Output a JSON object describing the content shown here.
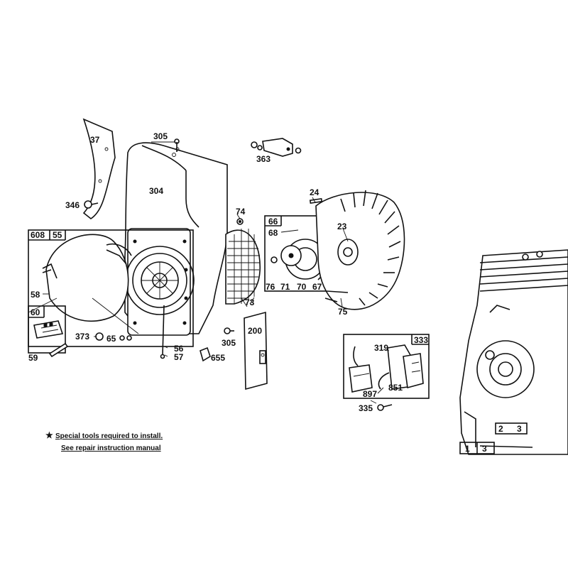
{
  "labels": {
    "p37": "37",
    "p305a": "305",
    "p304": "304",
    "p346": "346",
    "p363": "363",
    "p24": "24",
    "p74": "74",
    "p66": "66",
    "p68": "68",
    "p23": "23",
    "p608": "608",
    "p55": "55",
    "p58": "58",
    "p60": "60",
    "p373": "373",
    "p65": "65",
    "p59": "59",
    "p56": "56",
    "p57": "57",
    "p305b": "305",
    "p655": "655",
    "p73": "73",
    "p76": "76",
    "p71": "71",
    "p70": "70",
    "p67": "67",
    "p75": "75",
    "p200": "200",
    "p319": "319",
    "p333": "333",
    "p897": "897",
    "p851": "851",
    "p335": "335",
    "p1": "1",
    "p2": "2",
    "p3a": "3",
    "p3b": "3"
  },
  "notes": {
    "line1": "Special tools required to install.",
    "line2": "See repair instruction manual",
    "star": "★"
  }
}
